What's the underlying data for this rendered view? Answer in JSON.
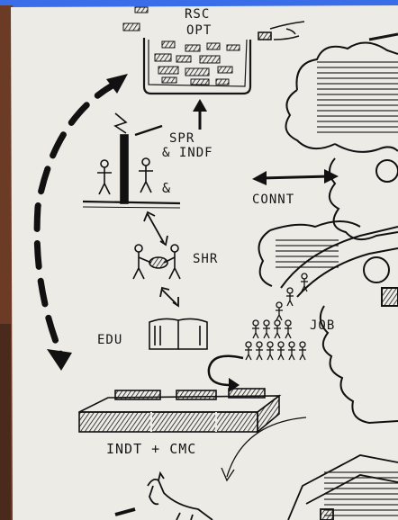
{
  "sketch": {
    "labels": {
      "top_line1": "RSC",
      "top_line2": "OPT",
      "spr_line1": "SPR",
      "spr_line2": "& INDF",
      "amp": "&",
      "connt": "CONNT",
      "shr": "SHR",
      "edu": "EDU",
      "job": "JOB",
      "indt_cmc": "INDT + CMC"
    }
  },
  "colors": {
    "frame_blue": "#3a6ee8",
    "paper": "#ecebe6",
    "ink": "#161616",
    "table_wood": "#6b3b26"
  }
}
